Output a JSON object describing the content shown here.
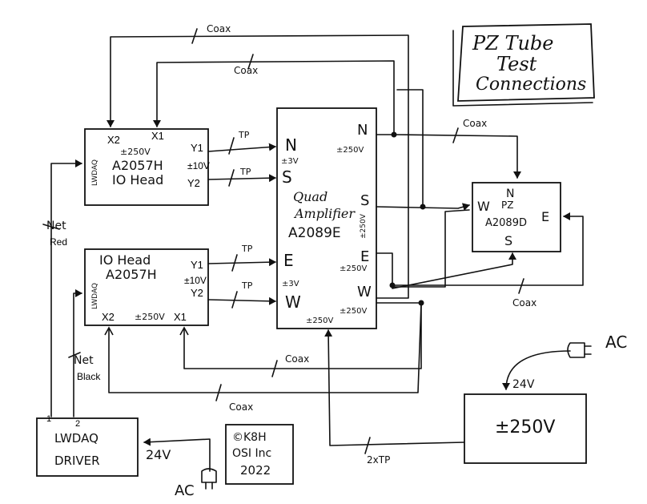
{
  "title": {
    "line1": "PZ Tube",
    "line2": "Test",
    "line3": "Connections"
  },
  "head_top": {
    "x2": "X2",
    "x1": "X1",
    "supply": "±250V",
    "y1": "Y1",
    "y2": "Y2",
    "pm10": "±10V",
    "model": "A2057H",
    "name": "IO Head",
    "lwdaq": "LWDAQ"
  },
  "head_bottom": {
    "x2": "X2",
    "x1": "X1",
    "supply": "±250V",
    "y1": "Y1",
    "y2": "Y2",
    "pm10": "±10V",
    "model": "A2057H",
    "name": "IO Head",
    "lwdaq": "LWDAQ"
  },
  "amp": {
    "n": "N",
    "s": "S",
    "e": "E",
    "w": "W",
    "pm3_top": "±3V",
    "pm3_bottom": "±3V",
    "line1": "Quad",
    "line2": "Amplifier",
    "model": "A2089E",
    "out_n": "N",
    "out_s": "S",
    "out_e": "E",
    "out_w": "W",
    "v_n": "±250V",
    "v_s": "±250V",
    "v_e": "±250V",
    "v_w": "±250V",
    "v_bottom": "±250V"
  },
  "pz": {
    "w": "W",
    "n": "N",
    "pz": "PZ",
    "model": "A2089D",
    "e": "E",
    "s": "S"
  },
  "driver": {
    "pin1": "1",
    "pin2": "2",
    "line1": "LWDAQ",
    "line2": "DRIVER",
    "v24": "24V",
    "ac": "AC"
  },
  "hv_supply": {
    "label": "±250V",
    "v24": "24V",
    "ac": "AC"
  },
  "copyright": {
    "line1": "©K8H",
    "line2": "OSI Inc",
    "line3": "2022"
  },
  "labels": {
    "coax": "Coax",
    "tp": "TP",
    "net": "Net",
    "red": "Red",
    "black": "Black",
    "twotp": "2xTP"
  }
}
